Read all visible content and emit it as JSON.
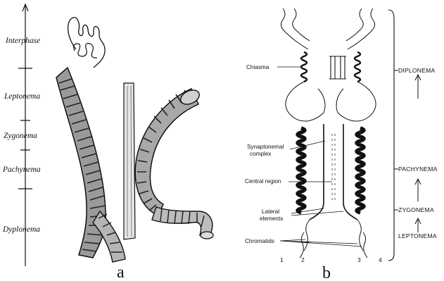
{
  "panel_a": {
    "letter": "a",
    "stages": [
      "Interphase",
      "Leptonema",
      "Zygonema",
      "Pachynema",
      "Dyplonema"
    ]
  },
  "panel_b": {
    "letter": "b",
    "labels": {
      "chiasma": "Chiasma",
      "synaptonemal_1": "Synaptonemal",
      "synaptonemal_2": "complex",
      "central_region": "Central region",
      "lateral_1": "Lateral",
      "lateral_2": "elements",
      "chromatids": "Chromatids"
    },
    "phases": [
      "DIPLONEMA",
      "PACHYNEMA",
      "ZYGONEMA",
      "LEPTONEMA"
    ],
    "chromatid_numbers": [
      "1",
      "2",
      "3",
      "4"
    ]
  }
}
